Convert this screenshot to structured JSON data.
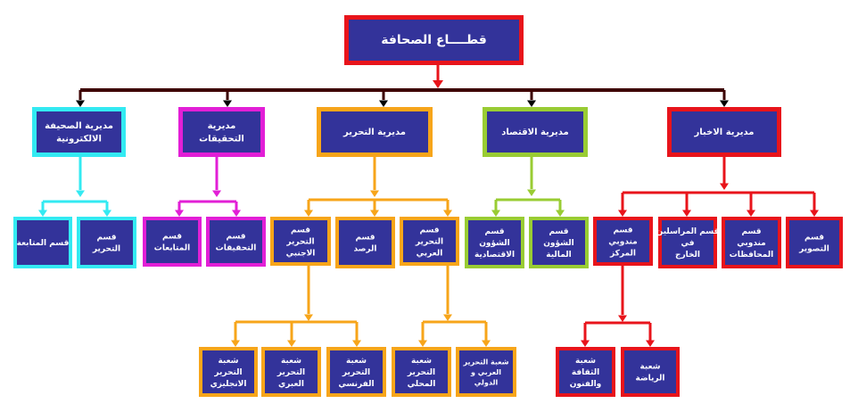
{
  "colors": {
    "fill": "#33339a",
    "root": "#e8141b",
    "news": "#e8141b",
    "economy": "#99cc33",
    "editing": "#f7a51a",
    "investigations": "#e21fd6",
    "electronic": "#33eaf2",
    "trunk": "#3d0000"
  },
  "root": {
    "label": "قطــــاع الصحافة"
  },
  "directorates": [
    {
      "id": "news",
      "label": "مديرية الاخبار"
    },
    {
      "id": "economy",
      "label": "مديرية الاقتصاد"
    },
    {
      "id": "editing",
      "label": "مديرية التحرير"
    },
    {
      "id": "investigations",
      "label": "مديرية التحقيقات"
    },
    {
      "id": "electronic",
      "label": "مديرية الصحيفة الالكترونية"
    }
  ],
  "sections": {
    "news": [
      "قسم التصوير",
      "قسم مندوبي المحافظات",
      "قسم المراسلين في الخارج",
      "قسم مندوبي المركز"
    ],
    "economy": [
      "قسم الشؤون المالية",
      "قسم الشؤون الاقتصادية"
    ],
    "editing": [
      "قسم التحرير العربي",
      "قسم الرصد",
      "قسم التحرير الاجنبي"
    ],
    "investigations": [
      "قسم التحقيقات",
      "قسم المتابعات"
    ],
    "electronic": [
      "قسم التحرير",
      "قسم المتابعة"
    ]
  },
  "branches": {
    "arabic_editing": [
      "شعبة التحرير العربي و الدولي",
      "شعبة التحرير المحلي"
    ],
    "foreign_editing": [
      "شعبة التحرير الفرنسي",
      "شعبة التحرير العبري",
      "شعبة التحرير الانجليزي"
    ],
    "center_delegates": [
      "شعبة الرياضة",
      "شعبة الثقافة والفنون"
    ]
  }
}
